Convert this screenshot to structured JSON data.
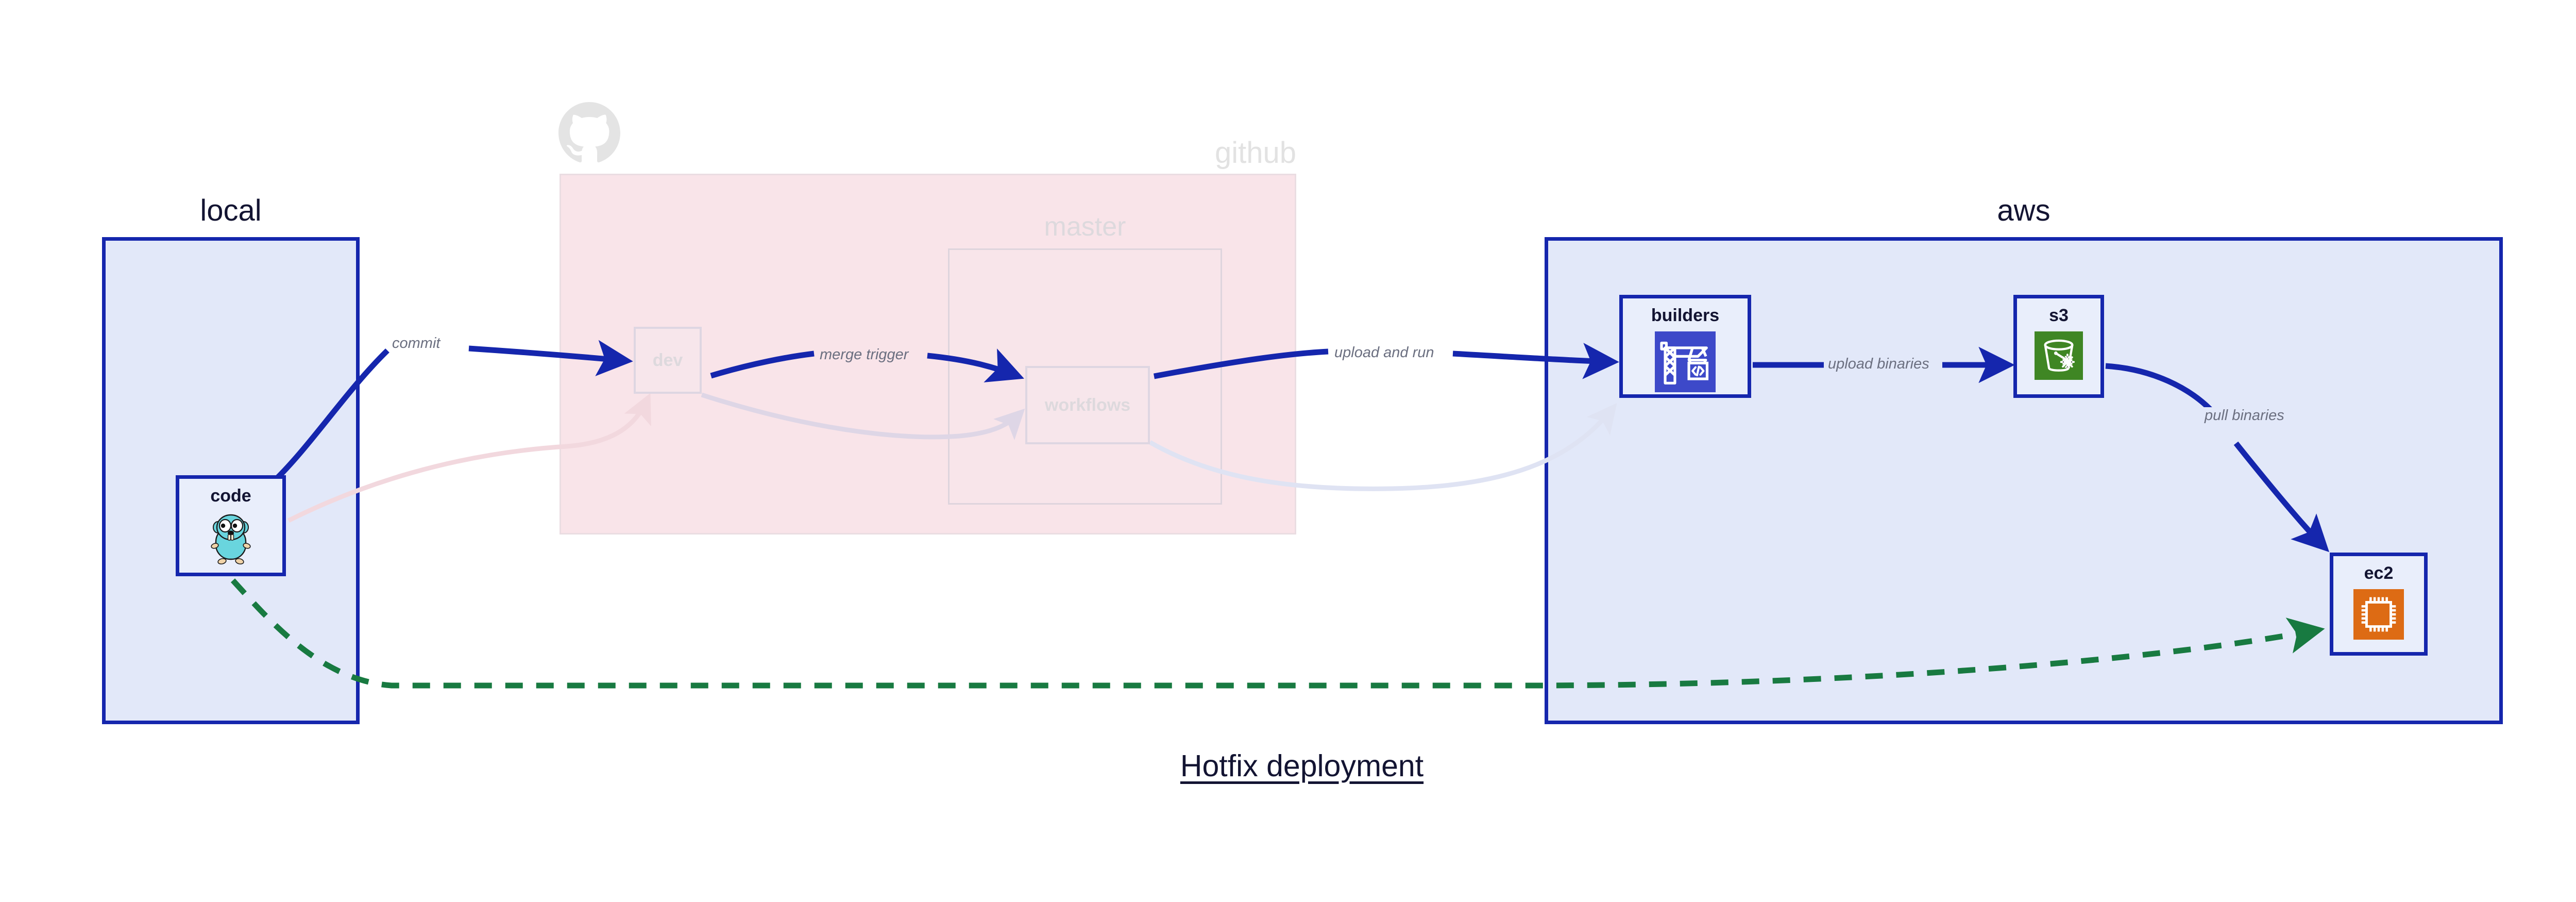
{
  "caption": "Hotfix deployment",
  "groups": [
    {
      "id": "local",
      "label": "local",
      "accent": "#1526ad",
      "fill": "#e2e8f9"
    },
    {
      "id": "github",
      "label": "github",
      "accent": "#eadde2",
      "fill": "#f9e4e9"
    },
    {
      "id": "master",
      "label": "master",
      "accent": "#ded4dd",
      "fill": "#f8e5ea"
    },
    {
      "id": "aws",
      "label": "aws",
      "accent": "#1526ad",
      "fill": "#e2e8f9"
    }
  ],
  "nodes": [
    {
      "id": "code",
      "label": "code",
      "icon": "go-gopher-icon",
      "group": "local",
      "state": "active"
    },
    {
      "id": "dev",
      "label": "dev",
      "icon": "none",
      "group": "github",
      "state": "faded"
    },
    {
      "id": "workflows",
      "label": "workflows",
      "icon": "none",
      "group": "master",
      "state": "faded"
    },
    {
      "id": "builders",
      "label": "builders",
      "icon": "aws-codebuild-icon",
      "group": "aws",
      "state": "active"
    },
    {
      "id": "s3",
      "label": "s3",
      "icon": "aws-s3-glacier-icon",
      "group": "aws",
      "state": "active"
    },
    {
      "id": "ec2",
      "label": "ec2",
      "icon": "aws-ec2-icon",
      "group": "aws",
      "state": "active"
    }
  ],
  "edges": [
    {
      "id": "commit",
      "from": "code",
      "to": "dev",
      "label": "commit",
      "style": "solid",
      "color": "#1526ad"
    },
    {
      "id": "merge-trigger",
      "from": "dev",
      "to": "workflows",
      "label": "merge trigger",
      "style": "solid",
      "color": "#1526ad"
    },
    {
      "id": "upload-and-run",
      "from": "workflows",
      "to": "builders",
      "label": "upload and run",
      "style": "solid",
      "color": "#1526ad"
    },
    {
      "id": "upload-binaries",
      "from": "builders",
      "to": "s3",
      "label": "upload binaries",
      "style": "solid",
      "color": "#1526ad"
    },
    {
      "id": "pull-binaries",
      "from": "s3",
      "to": "ec2",
      "label": "pull binaries",
      "style": "solid",
      "color": "#1526ad"
    },
    {
      "id": "hotfix-direct",
      "from": "code",
      "to": "ec2",
      "label": "",
      "style": "dashed",
      "color": "#187a41"
    },
    {
      "id": "commit-faded",
      "from": "code",
      "to": "dev",
      "label": "",
      "style": "faded",
      "color": "#f2d8de"
    },
    {
      "id": "merge-faded",
      "from": "dev",
      "to": "workflows",
      "label": "",
      "style": "faded",
      "color": "#ded6e6"
    },
    {
      "id": "upload-run-faded",
      "from": "workflows",
      "to": "builders",
      "label": "",
      "style": "faded",
      "color": "#dfe3f3"
    }
  ],
  "icons": {
    "octocat": "github-octocat-icon",
    "gopher": "go-gopher-icon",
    "codebuild": "aws-codebuild-icon",
    "s3glacier": "aws-s3-glacier-icon",
    "ec2": "aws-ec2-icon"
  },
  "colors": {
    "accent_blue": "#1526ad",
    "group_blue_fill": "#e2e8f9",
    "node_blue_fill": "#e9eefb",
    "github_pink_fill": "#f9e4e9",
    "label_gray": "#6b6f80",
    "faded_gray": "#ddd9dd",
    "dashed_green": "#187a41",
    "codebuild_purple": "#3d49c9",
    "s3_green": "#3f8624",
    "ec2_orange": "#dd6b14",
    "gopher_cyan": "#69d5de",
    "text_dark": "#131432"
  }
}
